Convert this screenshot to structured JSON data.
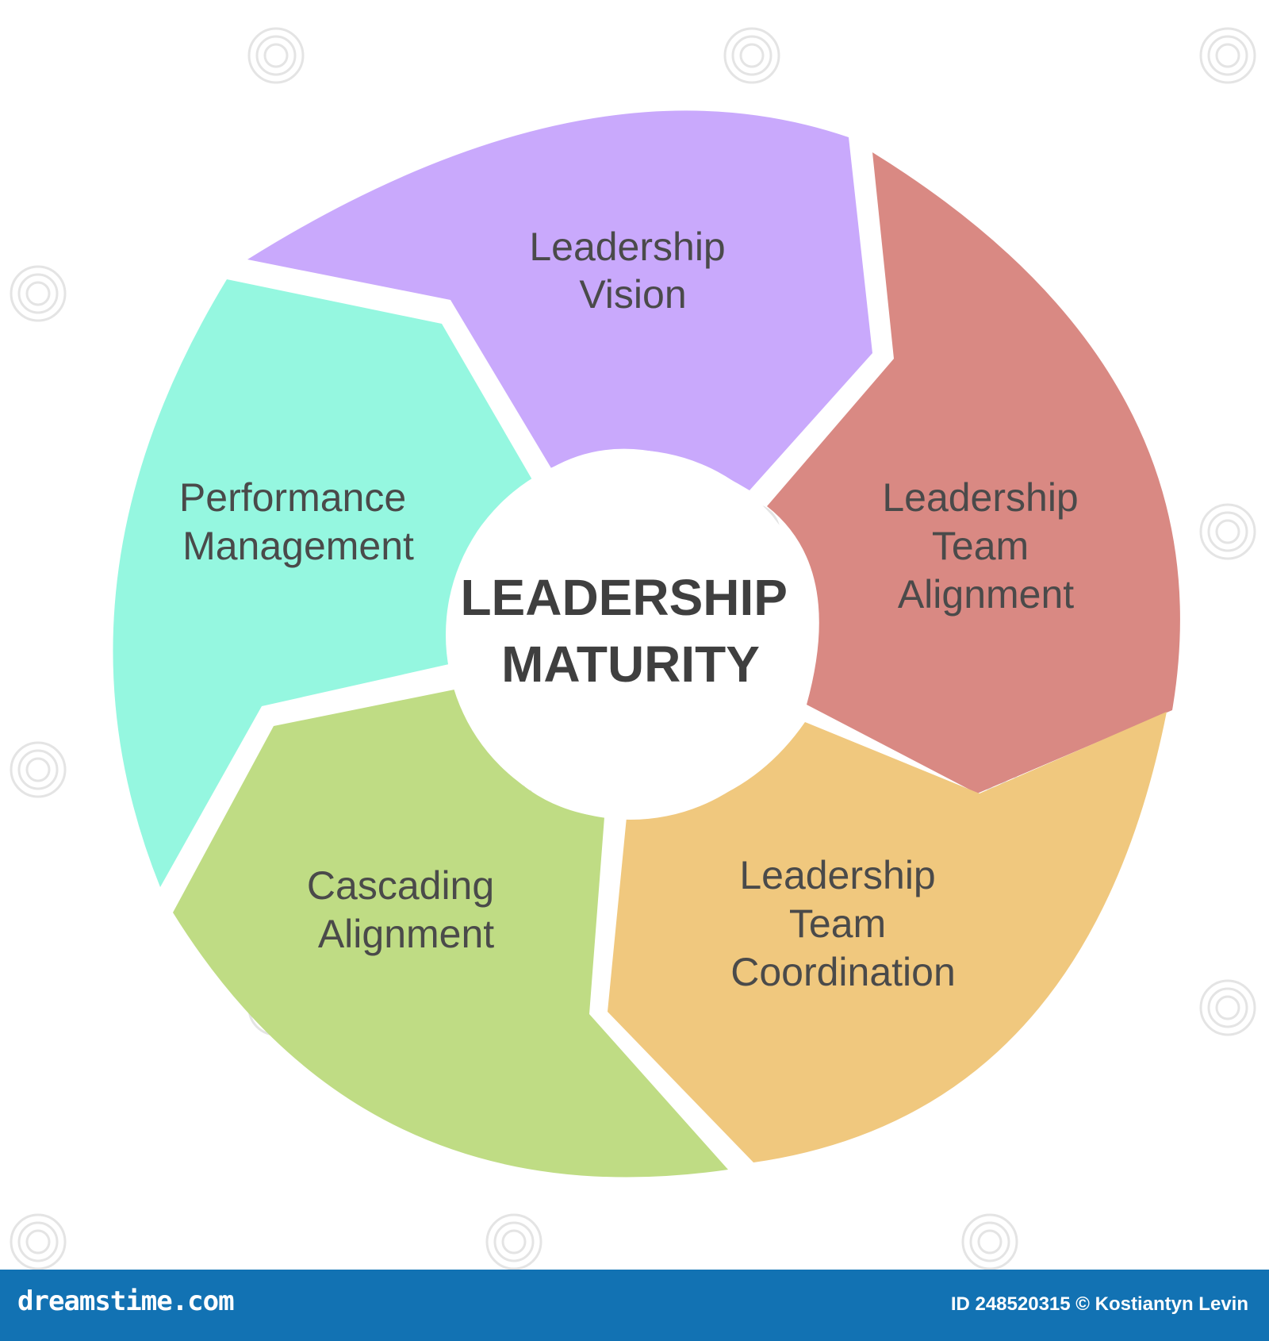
{
  "diagram": {
    "center": {
      "lines": [
        "LEADERSHIP",
        "MATURITY"
      ]
    },
    "segments": [
      {
        "lines": [
          "Leadership",
          "Vision"
        ],
        "color": "#c9a9fc"
      },
      {
        "lines": [
          "Leadership",
          "Team",
          "Alignment"
        ],
        "color": "#d98983"
      },
      {
        "lines": [
          "Leadership",
          "Team",
          "Coordination"
        ],
        "color": "#f0c87e"
      },
      {
        "lines": [
          "Cascading",
          "Alignment"
        ],
        "color": "#bfdc84"
      },
      {
        "lines": [
          "Performance",
          "Management"
        ],
        "color": "#95f7e0"
      }
    ]
  },
  "footer": {
    "brand": "dreamstime.com",
    "credit": "ID 248520315 © Kostiantyn Levin",
    "background": "#1272b3"
  }
}
